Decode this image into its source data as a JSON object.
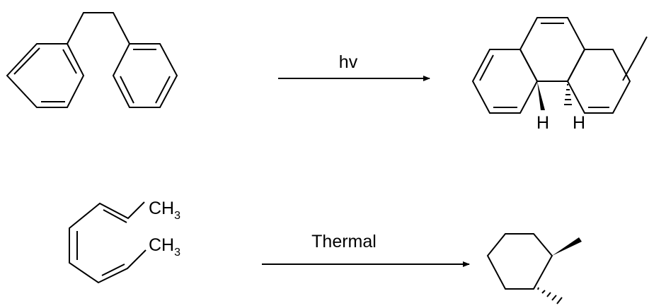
{
  "reactions": [
    {
      "condition": "hv",
      "product_labels": {
        "h_left": "H",
        "h_right": "H"
      }
    },
    {
      "condition": "Thermal",
      "reactant_labels": {
        "methyl_top": {
          "main": "CH",
          "sub": "3"
        },
        "methyl_bottom": {
          "main": "CH",
          "sub": "3"
        }
      }
    }
  ]
}
